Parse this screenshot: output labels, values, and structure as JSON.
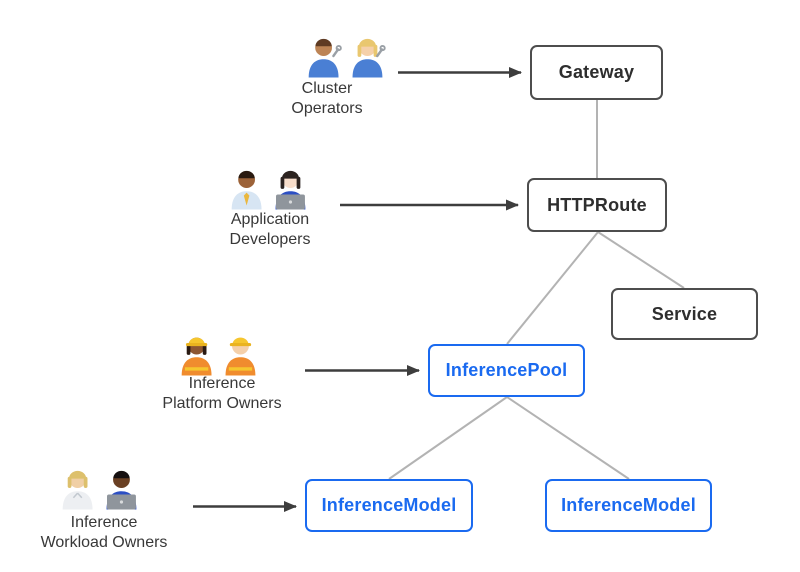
{
  "nodes": {
    "gateway": {
      "label": "Gateway",
      "style": "dark"
    },
    "httproute": {
      "label": "HTTPRoute",
      "style": "dark"
    },
    "service": {
      "label": "Service",
      "style": "dark"
    },
    "inference_pool": {
      "label": "InferencePool",
      "style": "blue"
    },
    "inference_model_left": {
      "label": "InferenceModel",
      "style": "blue"
    },
    "inference_model_right": {
      "label": "InferenceModel",
      "style": "blue"
    }
  },
  "personas": {
    "cluster_operators": {
      "line1": "Cluster",
      "line2": "Operators",
      "icons": [
        "man-mechanic-icon",
        "woman-mechanic-icon"
      ],
      "arrow_target": "Gateway"
    },
    "application_developers": {
      "line1": "Application",
      "line2": "Developers",
      "icons": [
        "man-office-worker-icon",
        "woman-technologist-icon"
      ],
      "arrow_target": "HTTPRoute"
    },
    "inference_platform_owners": {
      "line1": "Inference",
      "line2": "Platform Owners",
      "icons": [
        "woman-construction-worker-icon",
        "man-construction-worker-icon"
      ],
      "arrow_target": "InferencePool"
    },
    "inference_workload_owners": {
      "line1": "Inference",
      "line2": "Workload Owners",
      "icons": [
        "blonde-scientist-icon",
        "man-technologist-icon"
      ],
      "arrow_target": "InferenceModel (left)"
    }
  },
  "edges": [
    {
      "from": "Gateway",
      "to": "HTTPRoute"
    },
    {
      "from": "HTTPRoute",
      "to": "InferencePool"
    },
    {
      "from": "HTTPRoute",
      "to": "Service"
    },
    {
      "from": "InferencePool",
      "to": "InferenceModel (left)"
    },
    {
      "from": "InferencePool",
      "to": "InferenceModel (right)"
    }
  ],
  "colors": {
    "background": "#ffffff",
    "dark_node_border": "#4d4d4d",
    "dark_node_text": "#2e2e2e",
    "blue_node": "#1a6af0",
    "connector_line": "#b3b3b3",
    "arrow": "#3d3d3d",
    "persona_text": "#383838"
  }
}
